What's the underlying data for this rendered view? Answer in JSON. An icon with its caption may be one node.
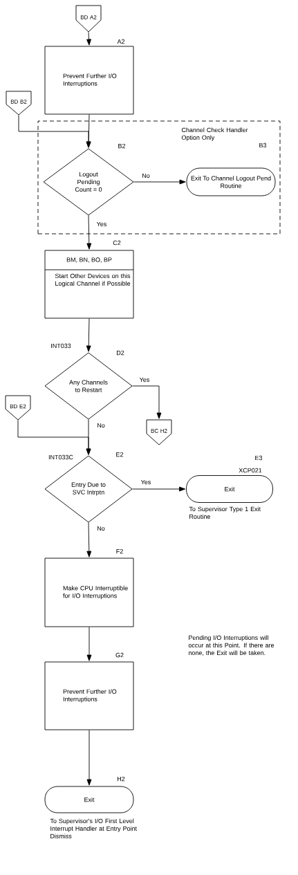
{
  "diagram": {
    "nodes": [
      {
        "text": [
          "BD A2"
        ]
      },
      {
        "text": [
          "Prevent Further I/O Interruptions"
        ],
        "beside": [
          "A2"
        ]
      },
      {
        "text": [
          "BD B2"
        ]
      },
      {
        "text": [
          "Channel Check Handler Option Only"
        ]
      },
      {
        "text": [
          "Logout Pending Count = 0"
        ],
        "in": 3,
        "beside": [
          "B2"
        ]
      },
      {
        "text": [
          "Exit To Channel Logout Pend Routine"
        ],
        "in": 3,
        "beside": [
          "B3"
        ]
      },
      {
        "text": [
          "BM, BN, BO, BP",
          "Start Other Devices on this Logical Channel if Possible"
        ],
        "beside": [
          "C2"
        ]
      },
      {
        "text": [
          "Any Channels to Restart"
        ],
        "beside": [
          "INT033",
          "D2"
        ]
      },
      {
        "text": [
          "BC H2"
        ]
      },
      {
        "text": [
          "BD E2"
        ]
      },
      {
        "text": [
          "Entry Due to SVC Intrptn"
        ],
        "beside": [
          "INT033C",
          "E2"
        ]
      },
      {
        "text": [
          "Exit"
        ],
        "beside": [
          "E3",
          "XCP021",
          "To Supervisor Type 1 Exit Routine"
        ]
      },
      {
        "text": [
          "Make CPU Interruptible for I/O Interruptions"
        ],
        "beside": [
          "F2"
        ]
      },
      {
        "text": [
          "Prevent Further I/O Interruptions"
        ],
        "beside": [
          "G2"
        ]
      },
      {
        "text": [
          "Exit"
        ],
        "beside": [
          "H2",
          "To Supervisor's I/O First Level Interrupt Handler at Entry Point Dismiss"
        ]
      }
    ],
    "edges": [
      {
        "from": 0,
        "to": 1,
        "arrow": "to"
      },
      {
        "from": 1,
        "to": 4,
        "arrow": "to"
      },
      {
        "from": 2,
        "to": 4,
        "arrow": "to"
      },
      {
        "from": 4,
        "to": 5,
        "arrow": "to",
        "label": "No"
      },
      {
        "from": 4,
        "to": 6,
        "arrow": "to",
        "label": "Yes"
      },
      {
        "from": 6,
        "to": 7,
        "arrow": "to"
      },
      {
        "from": 7,
        "to": 8,
        "arrow": "to",
        "label": "Yes"
      },
      {
        "from": 7,
        "to": 10,
        "arrow": "to",
        "label": "No"
      },
      {
        "from": 9,
        "to": 10,
        "arrow": "to"
      },
      {
        "from": 10,
        "to": 11,
        "arrow": "to",
        "label": "Yes"
      },
      {
        "from": 10,
        "to": 12,
        "arrow": "to",
        "label": "No"
      },
      {
        "from": 12,
        "to": 13,
        "arrow": "to"
      },
      {
        "from": 13,
        "to": 14,
        "arrow": "to"
      }
    ],
    "labels": [
      "Pending I/O Interruptions will occur at this Point. If there are none, the Exit will be taken."
    ]
  }
}
